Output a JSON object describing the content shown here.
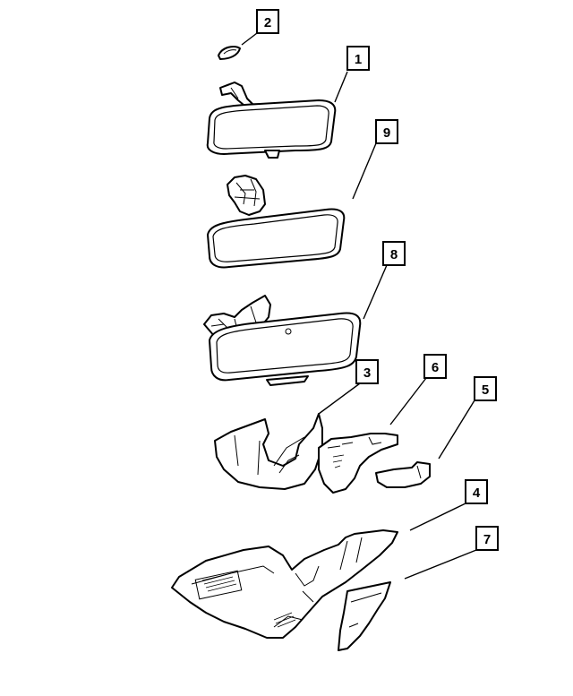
{
  "diagram": {
    "callouts": [
      {
        "id": "callout-2",
        "label": "2"
      },
      {
        "id": "callout-1",
        "label": "1"
      },
      {
        "id": "callout-9",
        "label": "9"
      },
      {
        "id": "callout-8",
        "label": "8"
      },
      {
        "id": "callout-3",
        "label": "3"
      },
      {
        "id": "callout-6",
        "label": "6"
      },
      {
        "id": "callout-5",
        "label": "5"
      },
      {
        "id": "callout-4",
        "label": "4"
      },
      {
        "id": "callout-7",
        "label": "7"
      }
    ],
    "colors": {
      "line": "#000000",
      "background": "#ffffff"
    }
  }
}
